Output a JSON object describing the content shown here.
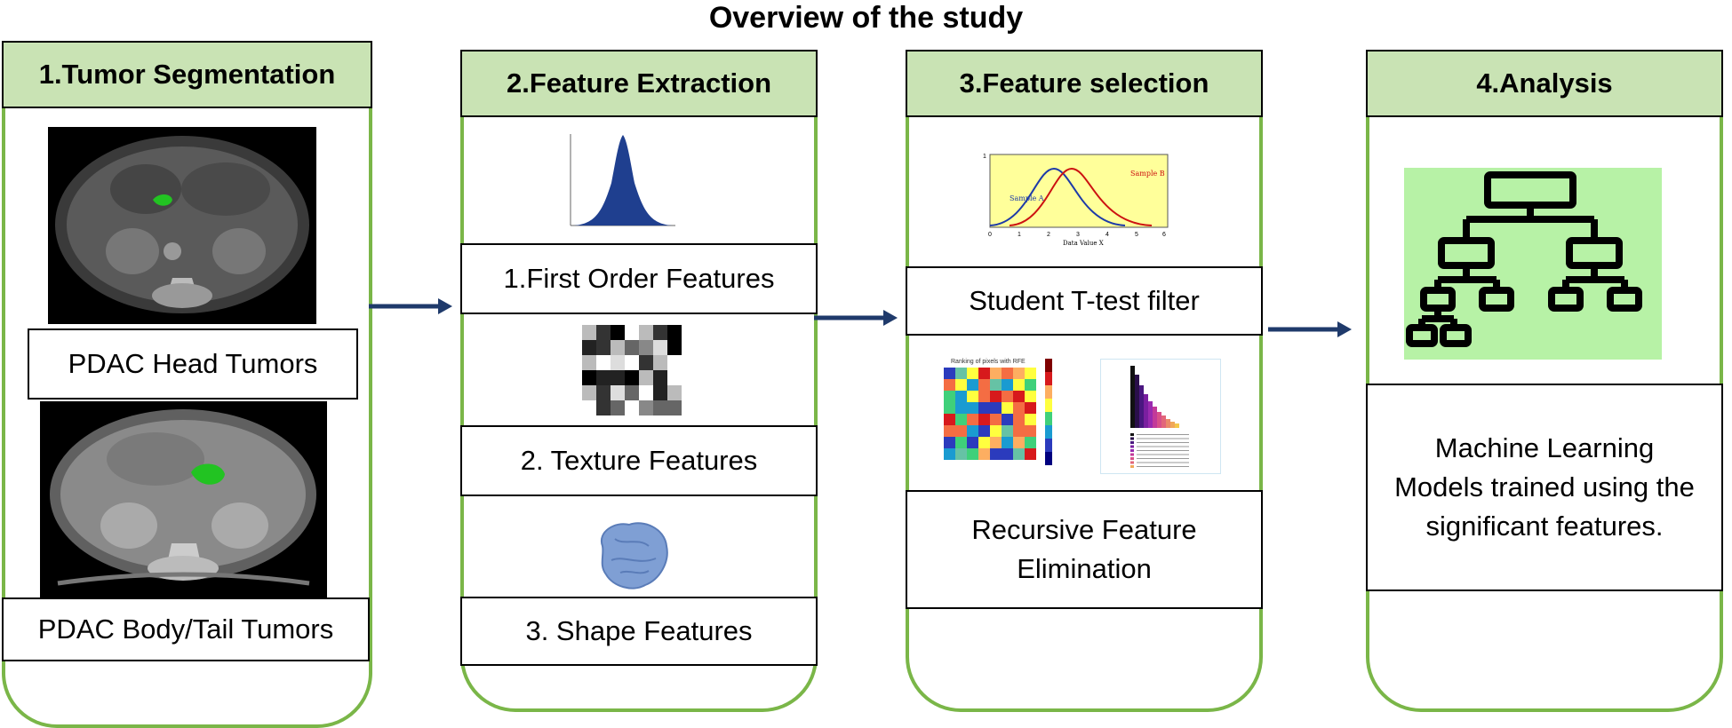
{
  "title": "Overview of the study",
  "columns": [
    {
      "header": "1.Tumor Segmentation",
      "labels": [
        "PDAC Head Tumors",
        "PDAC Body/Tail Tumors"
      ]
    },
    {
      "header": "2.Feature Extraction",
      "labels": [
        "1.First Order Features",
        "2. Texture Features",
        "3. Shape Features"
      ]
    },
    {
      "header": "3.Feature selection",
      "labels": [
        "Student T-test filter",
        "Recursive Feature Elimination"
      ]
    },
    {
      "header": "4.Analysis",
      "labels": [
        "Machine Learning Models trained using the significant features."
      ]
    }
  ],
  "thumbnail_text": {
    "ttest_sample_a": "Sample A",
    "ttest_sample_b": "Sample B",
    "ttest_xlabel": "Data Value X",
    "ttest_ticks": [
      "0",
      "1",
      "2",
      "3",
      "4",
      "5",
      "6"
    ],
    "ttest_ytick": "1",
    "rfe_heatmap_title": "Ranking of pixels with RFE"
  },
  "colors": {
    "column_border": "#7ab648",
    "header_fill": "#c9e3b4",
    "arrow": "#1f3a6b",
    "mask": "#22c322",
    "analysis_bg": "#b7f2a6"
  }
}
